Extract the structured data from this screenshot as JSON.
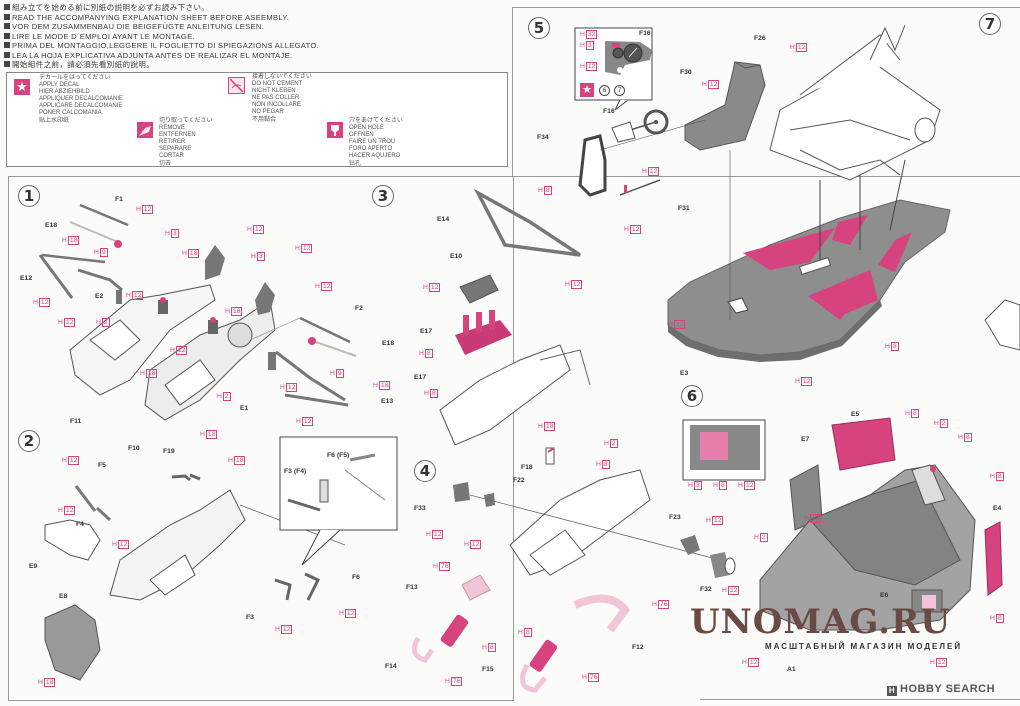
{
  "notice": {
    "lines": [
      "組み立てを始める前に別紙の説明を必ずお読み下さい。",
      "READ THE ACCOMPANYING EXPLANATION SHEET BEFORE ASEEMBLY.",
      "VOR DEM ZUSAMMENBAU DIE BEIGEFÜGTE ANLEITUNG LESEN.",
      "LIRE LE MODE D´EMPLOI AYANT LE MONTAGE.",
      "PRIMA DEL MONTAGGIO,LEGGERE IL FOGLIETTO DI SPIEGAZIONS ALLEGATO.",
      "LEA LA HOJA EXPLICATIVA ADJUNTA ANTES DE REALIZAR EL MONTAJE.",
      "開始組件之前，請必須先看別紙的說明。"
    ]
  },
  "legend": {
    "decal": {
      "icon": "star-icon",
      "lines": [
        "デカールをはってください",
        "APPLY DECAL",
        "HIER ABZIEHBILD",
        "APPLIQUER DECALCOMANIE",
        "APPLICARE DECALCOMANIE",
        "PONER CALCOMANIA",
        "贴上水印纸"
      ]
    },
    "no_cement": {
      "icon": "no-cement-icon",
      "lines": [
        "接着しないでください",
        "DO NOT CEMENT",
        "NICHT KLEBEN",
        "NE PAS COLLER",
        "NON INCOLLARE",
        "NO PEGAR",
        "不用黏合"
      ]
    },
    "remove": {
      "icon": "cut-icon",
      "lines": [
        "切り取ってください",
        "REMOVE",
        "ENTFERNEN",
        "RETIRER",
        "SEPARARE",
        "CORTAR",
        "切去"
      ]
    },
    "open_hole": {
      "icon": "drill-icon",
      "lines": [
        "穴をあけてください",
        "OPEN HOLE",
        "OFFNEN",
        "FAIRE UN TROU",
        "FORO APERTO",
        "HACER AQUJERO",
        "钻孔"
      ]
    }
  },
  "steps": [
    "1",
    "2",
    "3",
    "4",
    "5",
    "6",
    "7"
  ],
  "colors": {
    "accent": "#d6437f",
    "part_gray": "#8e8e8e",
    "light_pink": "#f2c4d8"
  },
  "step1": {
    "labels": [
      "F1",
      "E18",
      "E12",
      "E2",
      "E1",
      "F2",
      "E18",
      "E13",
      "F11",
      "F10"
    ],
    "colors": [
      "12",
      "18",
      "9",
      "12",
      "12",
      "2",
      "12",
      "3",
      "18",
      "12",
      "3",
      "12",
      "18",
      "12",
      "12",
      "18",
      "12",
      "9",
      "18",
      "2",
      "12",
      "12",
      "18"
    ]
  },
  "step2": {
    "labels": [
      "F5",
      "F4",
      "F19",
      "E9",
      "E8",
      "F3",
      "F6",
      "F3 (F4)",
      "F6 (F5)"
    ],
    "colors": [
      "12",
      "18",
      "12",
      "12",
      "18",
      "12",
      "12",
      "18"
    ]
  },
  "step3": {
    "labels": [
      "E14",
      "E10",
      "E17",
      "E17",
      "F18"
    ],
    "colors": [
      "12",
      "12",
      "8",
      "8",
      "18",
      "2",
      "8"
    ]
  },
  "step4": {
    "labels": [
      "F33",
      "F22",
      "F23",
      "F13",
      "F14",
      "F15",
      "F12",
      "F32"
    ],
    "colors": [
      "12",
      "12",
      "12",
      "12",
      "76",
      "8",
      "76",
      "8",
      "76",
      "76"
    ]
  },
  "step5": {
    "labels": [
      "F16",
      "F16",
      "F26",
      "F30",
      "F34",
      "F31"
    ],
    "colors": [
      "32",
      "3",
      "12",
      "12",
      "12",
      "8",
      "12",
      "12"
    ],
    "decals": [
      "6",
      "7"
    ]
  },
  "step6": {
    "labels": [
      "E5",
      "E7",
      "E4",
      "E6",
      "A1",
      "E3"
    ],
    "colors": [
      "3",
      "8",
      "12",
      "8",
      "2",
      "8",
      "12",
      "12",
      "2",
      "8",
      "12",
      "12",
      "8",
      "12"
    ]
  },
  "watermark": {
    "title": "UNOMAG.RU",
    "subtitle": "МАСШТАБНЫЙ МАГАЗИН МОДЕЛЕЙ"
  },
  "brand": {
    "name": "HOBBY SEARCH"
  }
}
